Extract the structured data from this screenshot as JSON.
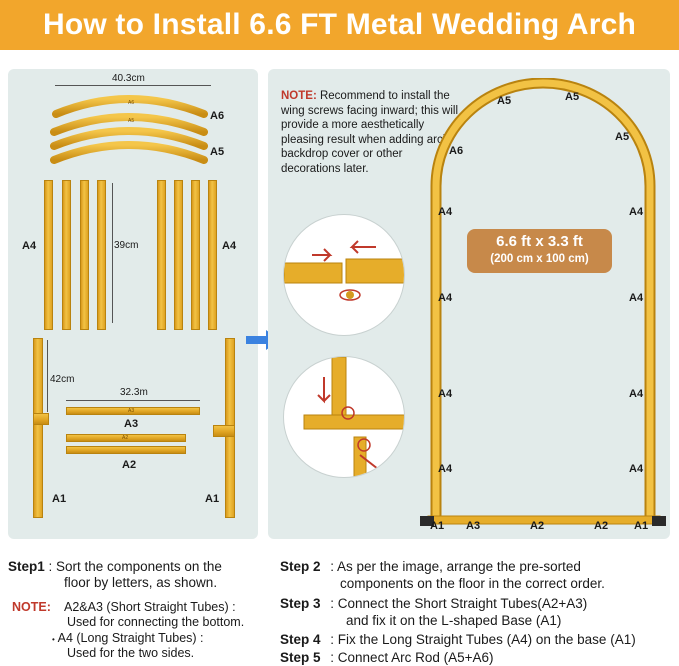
{
  "banner": {
    "title": "How to Install 6.6 FT Metal Wedding Arch",
    "bg": "#f2a62c"
  },
  "left_panel": {
    "dims": {
      "arc_width": "40.3cm",
      "long_tube_height": "39cm",
      "base_height": "42cm",
      "short_tube_width": "32.3m"
    },
    "labels": {
      "a6": "A6",
      "a5": "A5",
      "a4_left": "A4",
      "a4_right": "A4",
      "a3": "A3",
      "a2": "A2",
      "a1_left": "A1",
      "a1_right": "A1"
    },
    "tube_marks": {
      "a6": "A6",
      "a5": "A5",
      "a3": "A3",
      "a2": "A2"
    }
  },
  "right_panel": {
    "note": {
      "key": "NOTE:",
      "text": " Recommend to install the wing screws facing inward; this will provide a more aesthetically pleasing result when adding arch backdrop cover or other decorations later."
    },
    "size_badge": {
      "line1": "6.6 ft x 3.3 ft",
      "line2": "(200 cm x 100 cm)",
      "color": "#c7894a"
    },
    "arch_labels": {
      "a5_left": "A5",
      "a5_mid": "A5",
      "a5_right": "A5",
      "a6": "A6",
      "a4_l1": "A4",
      "a4_l2": "A4",
      "a4_l3": "A4",
      "a4_l4": "A4",
      "a4_r1": "A4",
      "a4_r2": "A4",
      "a4_r3": "A4",
      "a4_r4": "A4",
      "bottom_a1_left": "A1",
      "bottom_a3": "A3",
      "bottom_a2_left": "A2",
      "bottom_a2_right": "A2",
      "bottom_a1_right": "A1"
    }
  },
  "steps": {
    "step1_key": "Step1",
    "step1_text_1": ": Sort the components on the",
    "step1_text_2": "floor by letters, as shown.",
    "note_key": "NOTE:",
    "note_a2a3": "A2&A3 (Short Straight Tubes) :",
    "note_a2a3_use": "Used for connecting the bottom.",
    "note_a4": "A4 (Long Straight Tubes) :",
    "note_a4_use": "Used for the two sides.",
    "step2_key": "Step 2",
    "step2_text_1": ": As per the image, arrange the pre-sorted",
    "step2_text_2": "components on the floor in the correct order.",
    "step3_key": "Step 3",
    "step3_text_1": ": Connect the Short Straight Tubes(A2+A3)",
    "step3_text_2": "and fix it on the L-shaped Base (A1)",
    "step4_key": "Step 4",
    "step4_text": ": Fix the Long Straight Tubes (A4) on the base (A1)",
    "step5_key": "Step 5",
    "step5_text": ": Connect Arc Rod (A5+A6)"
  },
  "colors": {
    "gold": "#e8b230",
    "panel": "#e2ebea",
    "note_red": "#c0392b",
    "arrow_blue": "#3b82e0"
  }
}
